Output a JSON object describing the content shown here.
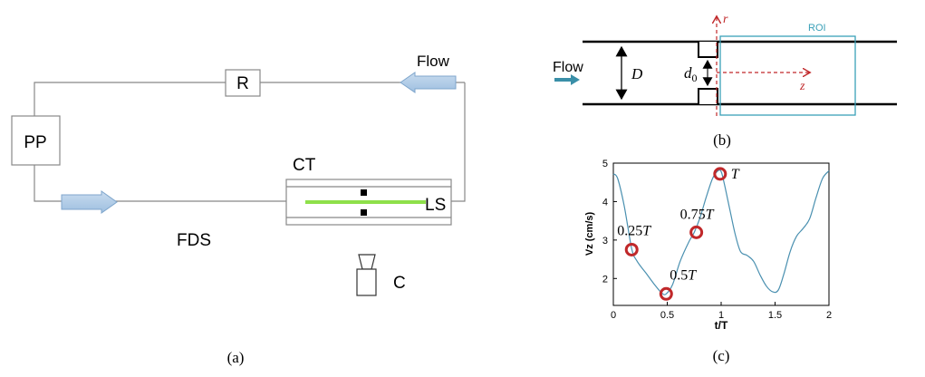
{
  "panel_a": {
    "caption": "(a)",
    "pp_label": "PP",
    "r_label": "R",
    "flow_label": "Flow",
    "ct_label": "CT",
    "ls_label": "LS",
    "fds_label": "FDS",
    "c_label": "C"
  },
  "panel_b": {
    "caption": "(b)",
    "flow_label": "Flow",
    "d_label": "D",
    "d0_label": "d",
    "d0_sub": "0",
    "r_axis": "r",
    "z_axis": "z",
    "roi_label": "ROI"
  },
  "panel_c": {
    "caption": "(c)"
  },
  "chart_data": {
    "type": "line",
    "xlabel": "t/T",
    "ylabel": "Vz (cm/s)",
    "xlim": [
      0,
      2
    ],
    "ylim": [
      1.3,
      5
    ],
    "xticks": [
      "0",
      "0.5",
      "1",
      "1.5",
      "2"
    ],
    "yticks": [
      "2",
      "3",
      "4",
      "5"
    ],
    "line_color": "#4a90b0",
    "marker_color": "#c0282a",
    "series": [
      {
        "x": [
          0,
          0.04,
          0.1,
          0.17,
          0.22,
          0.3,
          0.38,
          0.45,
          0.49,
          0.55,
          0.62,
          0.7,
          0.75,
          0.8,
          0.86,
          0.92,
          0.97,
          1.0,
          1.03,
          1.08,
          1.13,
          1.18,
          1.24,
          1.3,
          1.36,
          1.42,
          1.48,
          1.53,
          1.58,
          1.64,
          1.7,
          1.76,
          1.82,
          1.88,
          1.94,
          2.0
        ],
        "y": [
          4.72,
          4.6,
          3.9,
          2.78,
          2.45,
          2.15,
          1.85,
          1.62,
          1.6,
          1.85,
          2.45,
          2.95,
          3.2,
          3.55,
          4.1,
          4.6,
          4.8,
          4.78,
          4.45,
          3.8,
          3.15,
          2.7,
          2.6,
          2.45,
          2.1,
          1.8,
          1.65,
          1.7,
          2.1,
          2.7,
          3.1,
          3.3,
          3.55,
          4.1,
          4.6,
          4.8
        ]
      }
    ],
    "markers": [
      {
        "x": 0.17,
        "y": 2.75,
        "label": "0.25",
        "italic": "T"
      },
      {
        "x": 0.49,
        "y": 1.6,
        "label": "0.5",
        "italic": "T"
      },
      {
        "x": 0.77,
        "y": 3.2,
        "label": "0.75",
        "italic": "T"
      },
      {
        "x": 0.99,
        "y": 4.72,
        "label": "",
        "italic": "T"
      }
    ]
  }
}
